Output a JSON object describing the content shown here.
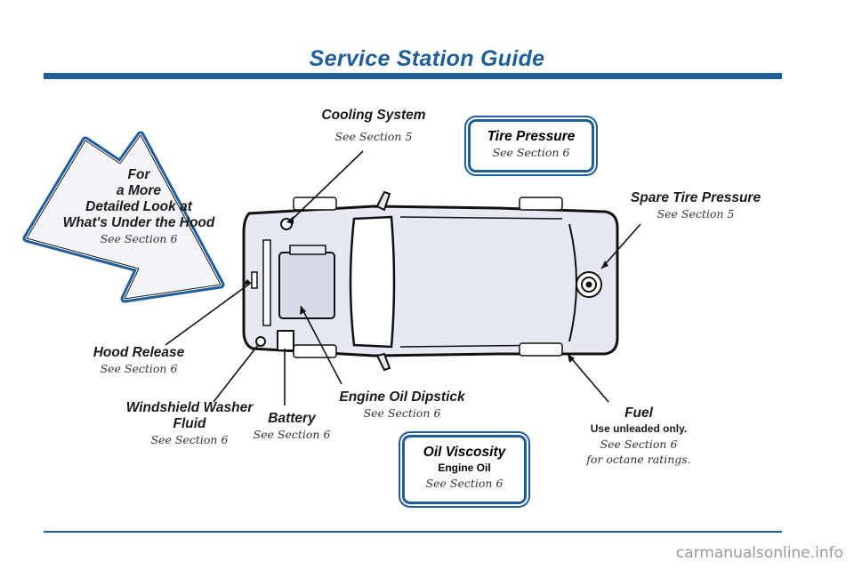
{
  "title": "Service Station Guide",
  "arrow_callout": {
    "lines": [
      "For",
      "a More",
      "Detailed Look at",
      "What's Under the Hood"
    ],
    "ref": "See Section 6"
  },
  "labels": {
    "cooling_system": {
      "heading": "Cooling System",
      "ref": "See Section 5"
    },
    "tire_pressure": {
      "heading": "Tire Pressure",
      "ref": "See Section 6"
    },
    "spare_tire": {
      "heading": "Spare Tire Pressure",
      "ref": "See Section 5"
    },
    "hood_release": {
      "heading": "Hood Release",
      "ref": "See Section 6"
    },
    "washer_fluid": {
      "heading_line1": "Windshield Washer",
      "heading_line2": "Fluid",
      "ref": "See Section 6"
    },
    "battery": {
      "heading": "Battery",
      "ref": "See Section 6"
    },
    "dipstick": {
      "heading": "Engine Oil Dipstick",
      "ref": "See Section 6"
    },
    "fuel": {
      "heading": "Fuel",
      "note": "Use unleaded only.",
      "ref": "See Section 6",
      "ref2": "for octane ratings."
    },
    "oil_viscosity": {
      "heading": "Oil Viscosity",
      "note": "Engine Oil",
      "ref": "See Section 6"
    }
  },
  "watermark": "carmanualsonline.info",
  "colors": {
    "accent": "#1f5e9c",
    "car_fill": "#e6e8f2",
    "arrow_fill": "#f4f5fb"
  }
}
